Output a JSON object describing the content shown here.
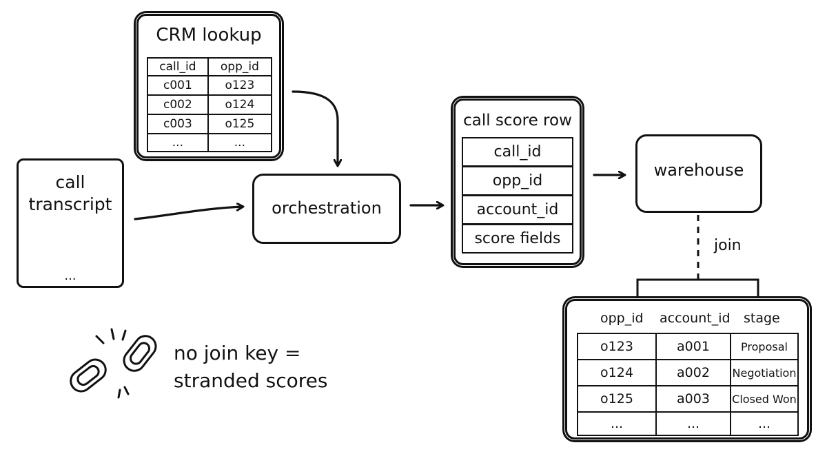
{
  "crm_lookup": {
    "title": "CRM lookup",
    "headers": [
      "call_id",
      "opp_id"
    ],
    "rows": [
      [
        "c001",
        "o123"
      ],
      [
        "c002",
        "o124"
      ],
      [
        "c003",
        "o125"
      ],
      [
        "...",
        "..."
      ]
    ]
  },
  "call_transcript": {
    "title_line1": "call",
    "title_line2": "transcript",
    "ellipsis": "..."
  },
  "orchestration": {
    "label": "orchestration"
  },
  "call_score_row": {
    "title": "call score row",
    "fields": [
      "call_id",
      "opp_id",
      "account_id",
      "score fields"
    ]
  },
  "warehouse": {
    "label": "warehouse"
  },
  "join_label": "join",
  "opportunity_table": {
    "headers": [
      "opp_id",
      "account_id",
      "stage"
    ],
    "rows": [
      [
        "o123",
        "a001",
        "Proposal"
      ],
      [
        "o124",
        "a002",
        "Negotiation"
      ],
      [
        "o125",
        "a003",
        "Closed Won"
      ],
      [
        "...",
        "...",
        "..."
      ]
    ]
  },
  "warning": {
    "line1": "no join key =",
    "line2": "stranded scores",
    "icon": "broken-chain-icon"
  }
}
